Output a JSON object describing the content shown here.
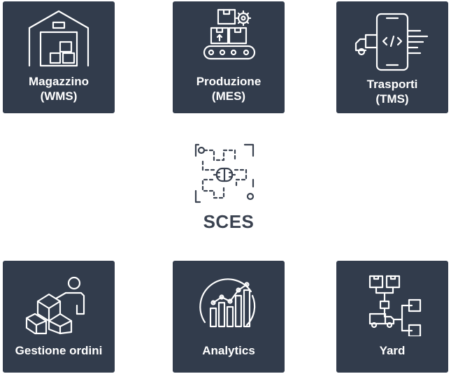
{
  "center": {
    "title": "SCES",
    "icon": "network-chip-icon"
  },
  "tiles": [
    {
      "id": "wms",
      "line1": "Magazzino",
      "line2": "(WMS)",
      "icon": "warehouse-icon"
    },
    {
      "id": "mes",
      "line1": "Produzione",
      "line2": "(MES)",
      "icon": "conveyor-boxes-icon"
    },
    {
      "id": "tms",
      "line1": "Trasporti",
      "line2": "(TMS)",
      "icon": "mobile-truck-icon"
    },
    {
      "id": "ord",
      "line1": "Gestione ordini",
      "icon": "person-boxes-icon"
    },
    {
      "id": "ana",
      "line1": "Analytics",
      "icon": "analytics-chart-icon"
    },
    {
      "id": "yard",
      "line1": "Yard",
      "icon": "yard-network-icon"
    }
  ],
  "colors": {
    "tile_bg": "#323c4c",
    "tile_text": "#ffffff",
    "title_text": "#3a4250"
  }
}
